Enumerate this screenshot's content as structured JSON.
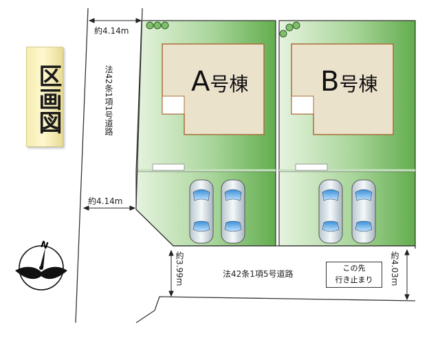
{
  "title": "区画図",
  "lots": [
    {
      "label_letter": "A",
      "label_suffix": "号棟"
    },
    {
      "label_letter": "B",
      "label_suffix": "号棟"
    }
  ],
  "roads": {
    "west_name": "法42条1項1号道路",
    "south_name": "法42条1項5号道路",
    "west_width_top": "約4.14m",
    "west_width_bottom": "約4.14m",
    "south_width_left": "約3.99m",
    "south_width_right": "約4.03m"
  },
  "dead_end_note": {
    "line1": "この先",
    "line2": "行き止まり"
  },
  "compass": {
    "north_label": "N"
  },
  "colors": {
    "lot_green_light": "#e3f2dc",
    "lot_green_dark": "#6fb65a",
    "house_fill": "#ebe2cc",
    "house_border": "#a86e3a",
    "parking_outline": "#d0e8d0"
  }
}
